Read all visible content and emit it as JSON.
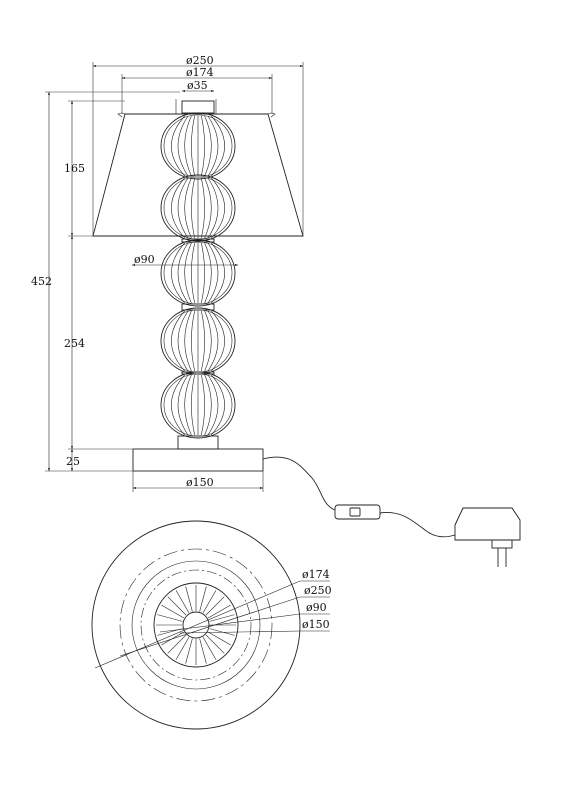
{
  "drawing": {
    "side_view": {
      "shade_top_diameter": "ø250",
      "shade_mid_diameter": "ø174",
      "cap_diameter": "ø35",
      "ball_diameter": "ø90",
      "shade_height": "165",
      "total_height": "452",
      "body_height": "254",
      "base_height": "25",
      "base_diameter": "ø150"
    },
    "plan_view": {
      "label_174": "ø174",
      "label_250": "ø250",
      "label_90": "ø90",
      "label_150": "ø150"
    }
  }
}
